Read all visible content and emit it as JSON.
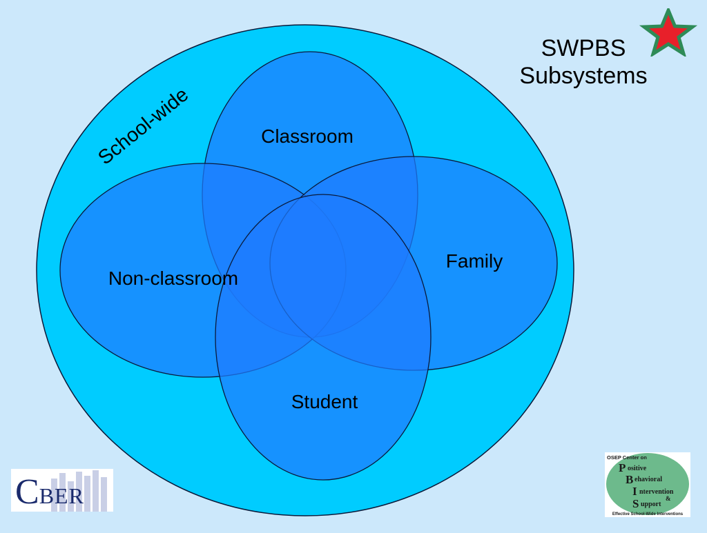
{
  "title": {
    "line1": "SWPBS",
    "line2": "Subsystems"
  },
  "diagram": {
    "outer_label": "School-wide",
    "sets": {
      "classroom": "Classroom",
      "non_classroom": "Non-classroom",
      "family": "Family",
      "student": "Student"
    }
  },
  "logos": {
    "cber": {
      "initial": "C",
      "rest": "BER"
    },
    "pbis": {
      "header": "OSEP Center on",
      "p_letter": "P",
      "p_word": "ositive",
      "b_letter": "B",
      "b_word": "ehavioral",
      "i_letter": "I",
      "i_word": "ntervention",
      "amp": "&",
      "s_letter": "S",
      "s_word": "upport",
      "footer": "Effective School-Wide Interventions"
    }
  },
  "colors": {
    "background": "#cce8fb",
    "outer_circle": "#00ccff",
    "set_fill": "#1e90ff",
    "star": "#e8202a",
    "star_outline": "#2e8b57",
    "pbis_circle": "#6dba8c"
  },
  "icons": {
    "star": "star-icon"
  }
}
